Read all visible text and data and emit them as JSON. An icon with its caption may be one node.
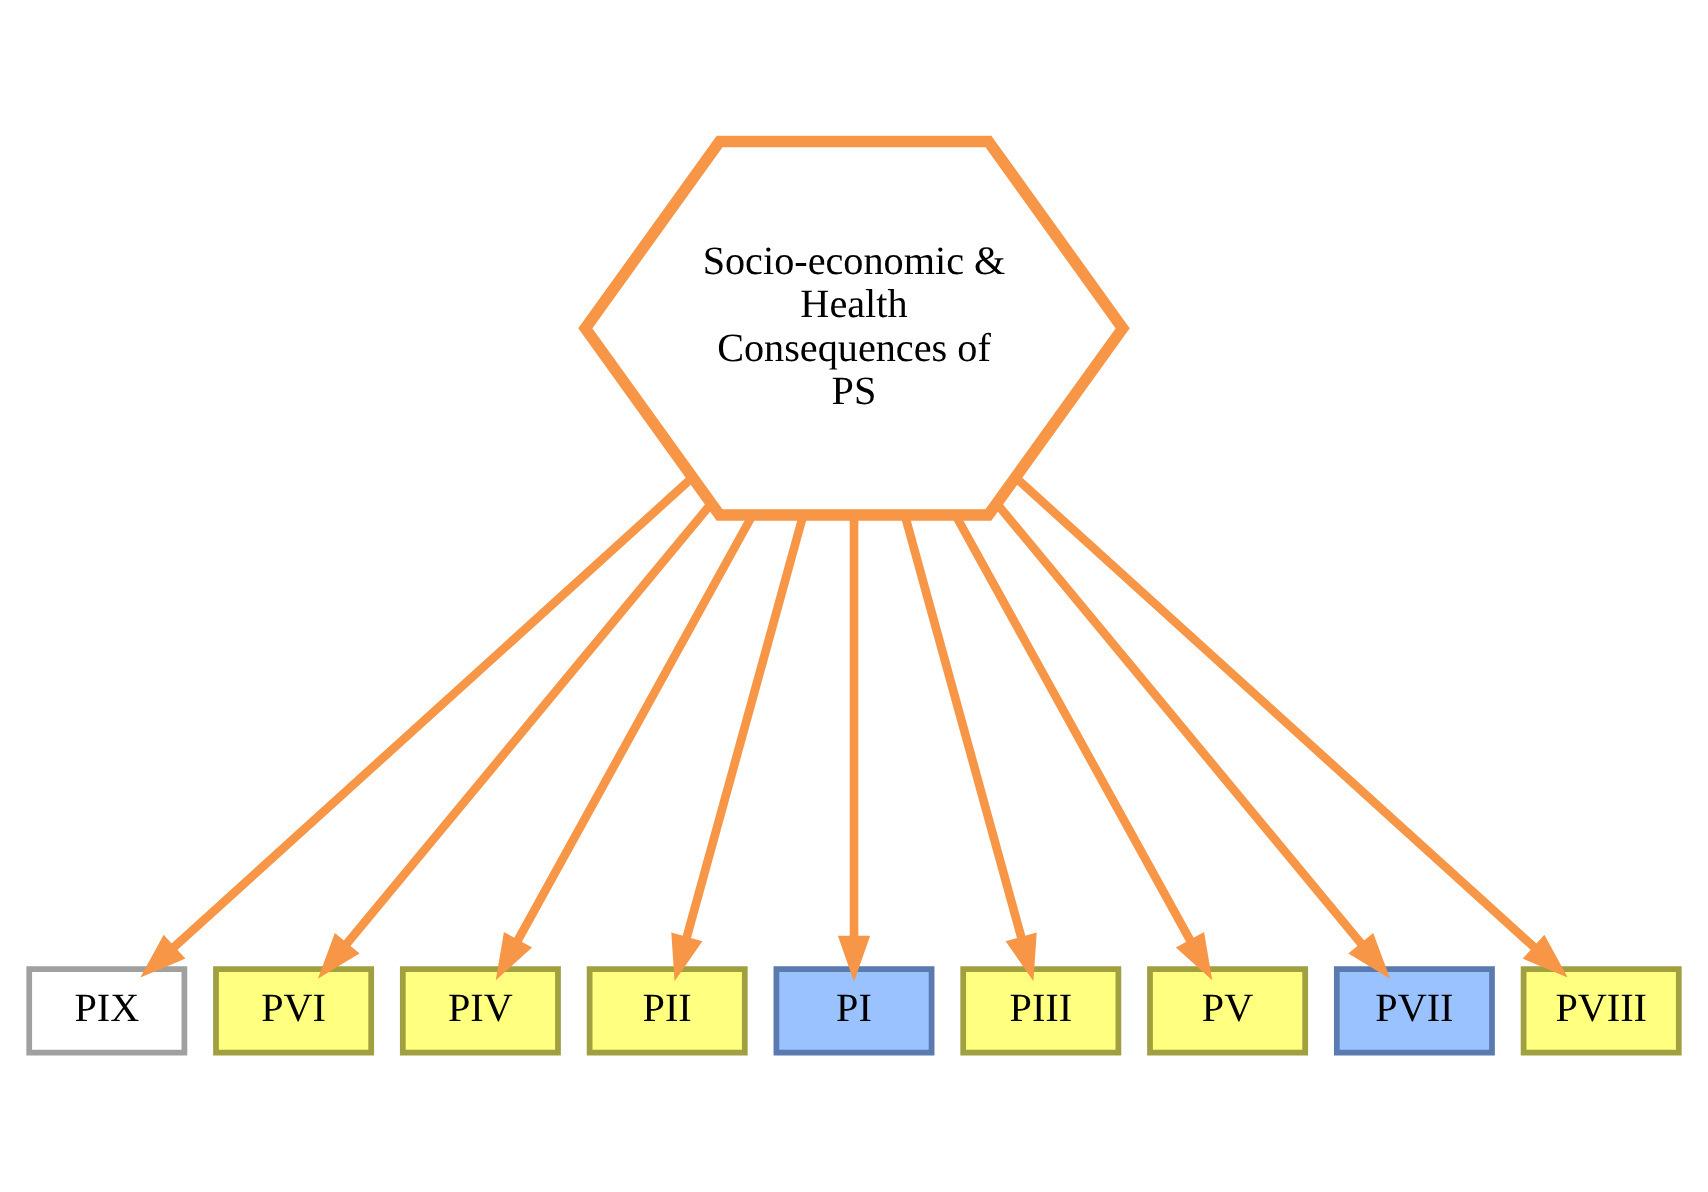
{
  "diagram": {
    "nodes": [
      {
        "text": [
          "Socio-economic & Health Consequences of PS"
        ]
      },
      {
        "text": [
          "PIX"
        ]
      },
      {
        "text": [
          "PVI"
        ]
      },
      {
        "text": [
          "PIV"
        ]
      },
      {
        "text": [
          "PII"
        ]
      },
      {
        "text": [
          "PI"
        ]
      },
      {
        "text": [
          "PIII"
        ]
      },
      {
        "text": [
          "PV"
        ]
      },
      {
        "text": [
          "PVII"
        ]
      },
      {
        "text": [
          "PVIII"
        ]
      }
    ],
    "edges": [
      {
        "from": 0,
        "to": 1,
        "arrow": "to"
      },
      {
        "from": 0,
        "to": 2,
        "arrow": "to"
      },
      {
        "from": 0,
        "to": 3,
        "arrow": "to"
      },
      {
        "from": 0,
        "to": 4,
        "arrow": "to"
      },
      {
        "from": 0,
        "to": 5,
        "arrow": "to"
      },
      {
        "from": 0,
        "to": 6,
        "arrow": "to"
      },
      {
        "from": 0,
        "to": 7,
        "arrow": "to"
      },
      {
        "from": 0,
        "to": 8,
        "arrow": "to"
      },
      {
        "from": 0,
        "to": 9,
        "arrow": "to"
      }
    ]
  }
}
